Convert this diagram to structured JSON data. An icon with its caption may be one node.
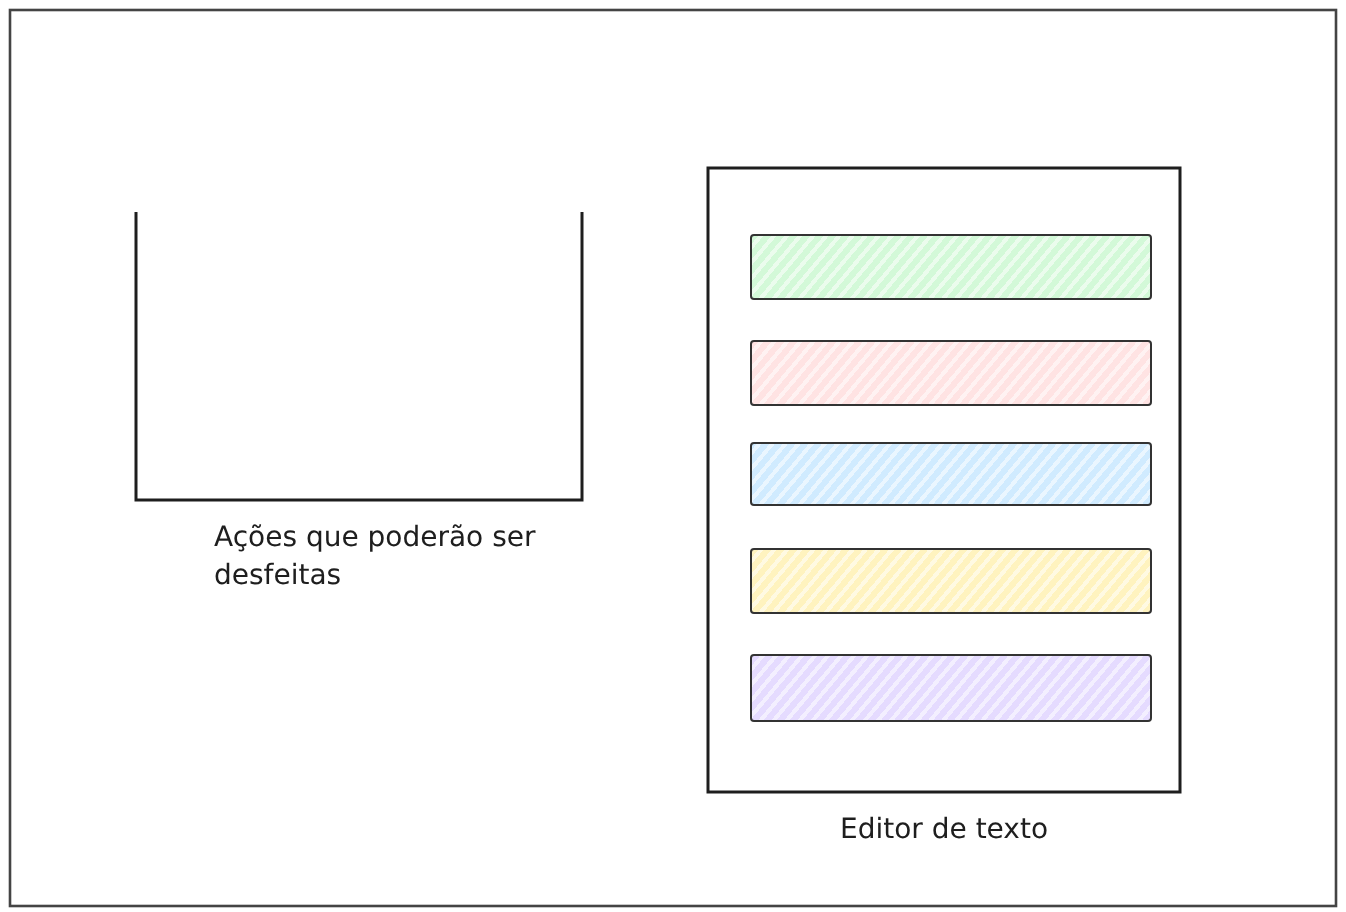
{
  "diagram": {
    "nodes": [
      {
        "text": [
          "Ações que poderão ser desfeitas"
        ]
      },
      {
        "text": [
          "Editor de texto"
        ]
      },
      {
        "text": [],
        "shape": "bar",
        "in": 1
      },
      {
        "text": [],
        "shape": "bar",
        "in": 1
      },
      {
        "text": [],
        "shape": "bar",
        "in": 1
      },
      {
        "text": [],
        "shape": "bar",
        "in": 1
      },
      {
        "text": [],
        "shape": "bar",
        "in": 1
      }
    ]
  }
}
